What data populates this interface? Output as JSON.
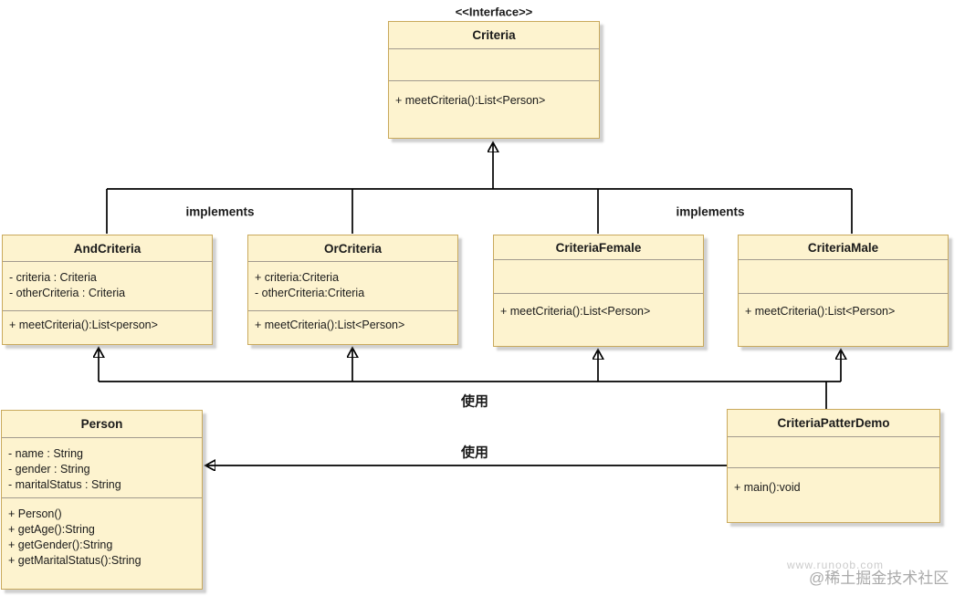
{
  "diagram": {
    "stereotype": "<<Interface>>",
    "classes": {
      "criteria": {
        "name": "Criteria",
        "attributes": [],
        "methods": [
          "+ meetCriteria():List<Person>"
        ]
      },
      "and_criteria": {
        "name": "AndCriteria",
        "attributes": [
          "- criteria : Criteria",
          "- otherCriteria : Criteria"
        ],
        "methods": [
          "+ meetCriteria():List<person>"
        ]
      },
      "or_criteria": {
        "name": "OrCriteria",
        "attributes": [
          "+ criteria:Criteria",
          "- otherCriteria:Criteria"
        ],
        "methods": [
          "+ meetCriteria():List<Person>"
        ]
      },
      "criteria_female": {
        "name": "CriteriaFemale",
        "attributes": [],
        "methods": [
          "+ meetCriteria():List<Person>"
        ]
      },
      "criteria_male": {
        "name": "CriteriaMale",
        "attributes": [],
        "methods": [
          "+ meetCriteria():List<Person>"
        ]
      },
      "person": {
        "name": "Person",
        "attributes": [
          "- name : String",
          "- gender : String",
          "- maritalStatus : String"
        ],
        "methods": [
          "+ Person()",
          "+ getAge():String",
          "+ getGender():String",
          "+ getMaritalStatus():String"
        ]
      },
      "criteria_patter_demo": {
        "name": "CriteriaPatterDemo",
        "attributes": [],
        "methods": [
          "+ main():void"
        ]
      }
    },
    "edge_labels": {
      "implements_left": "implements",
      "implements_right": "implements",
      "use_top": "使用",
      "use_bottom": "使用"
    },
    "watermarks": {
      "site": "www.runoob.com",
      "community": "@稀土掘金技术社区"
    },
    "colors": {
      "class_fill": "#fdf3cf",
      "class_border": "#c9a95c",
      "connector": "#000000",
      "background": "#ffffff"
    }
  }
}
